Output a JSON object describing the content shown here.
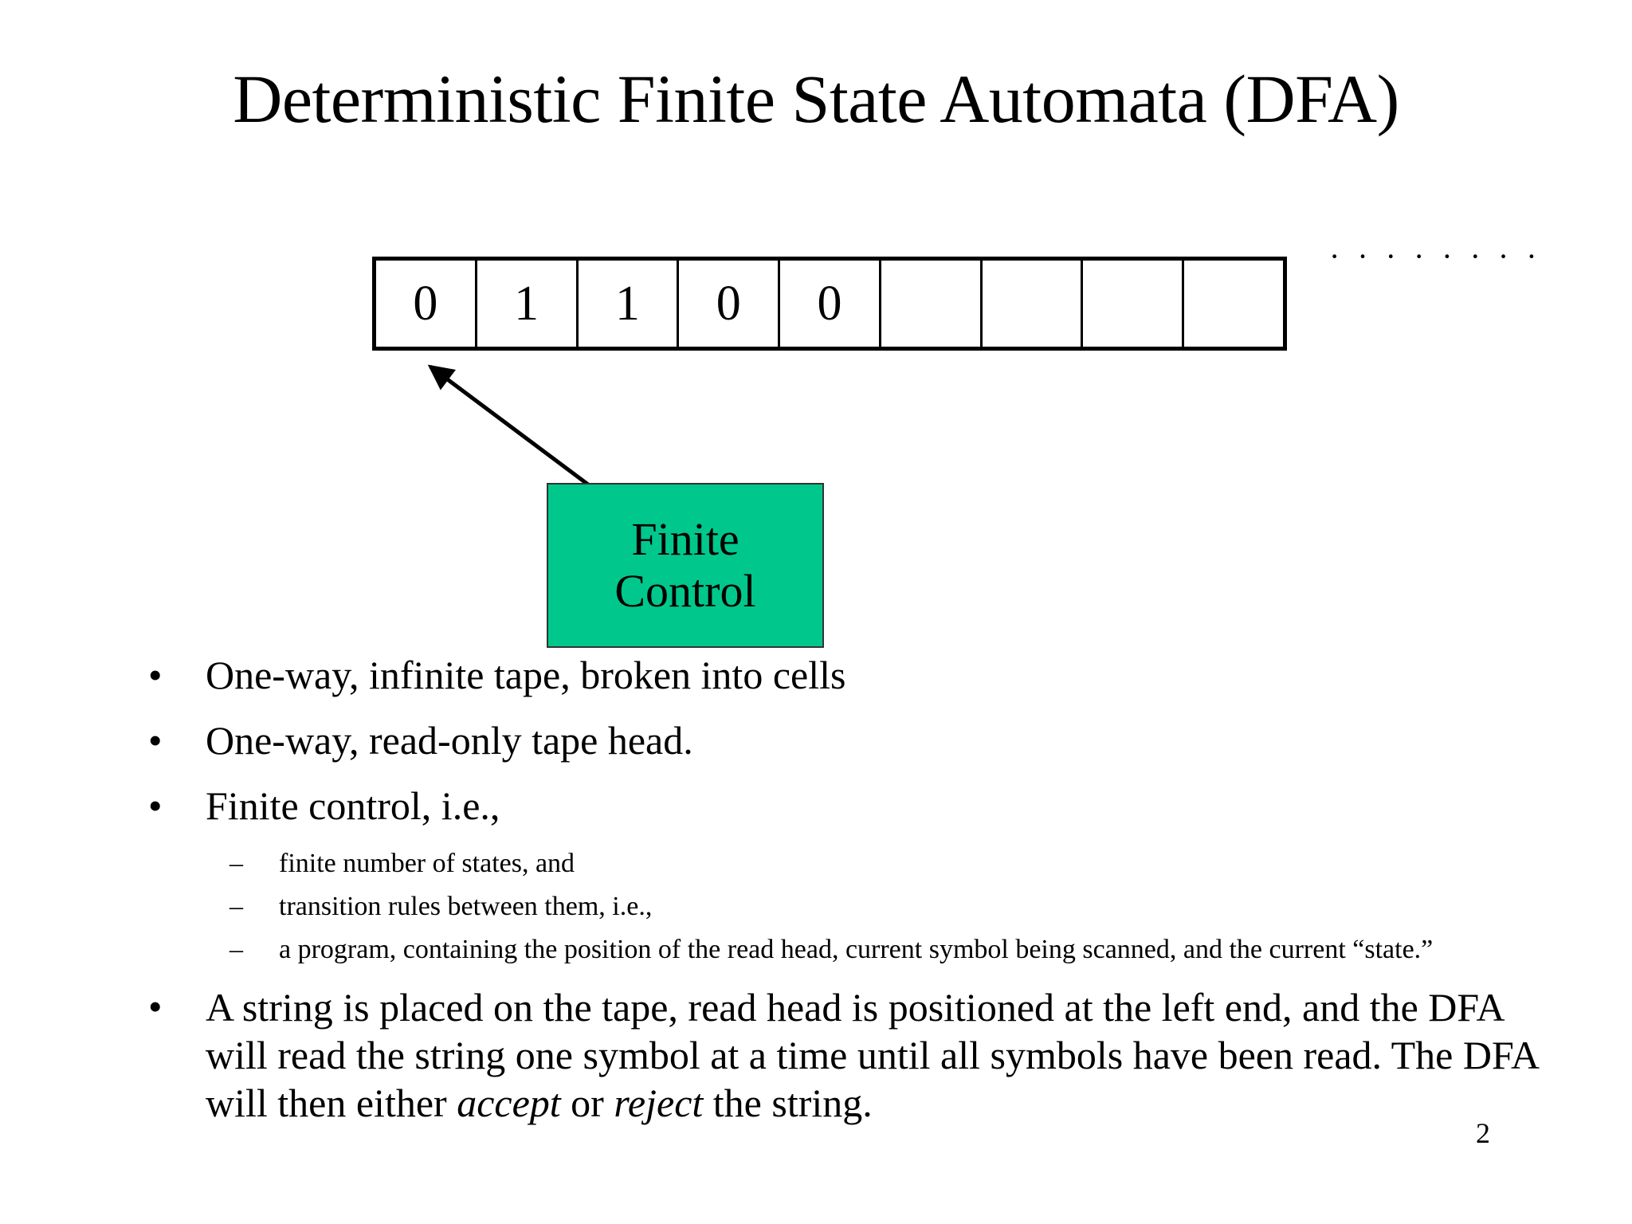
{
  "slide": {
    "title": "Deterministic Finite State Automata (DFA)",
    "page_number": "2",
    "background_color": "#ffffff",
    "text_color": "#000000"
  },
  "diagram": {
    "tape": {
      "label": "tape",
      "cell_count": 9,
      "cells": [
        "0",
        "1",
        "1",
        "0",
        "0",
        "",
        "",
        "",
        ""
      ],
      "trailing_ellipsis": "· · · · · · · ·"
    },
    "read_head": {
      "arrow_label": "read head pointer",
      "points_to_cell_index": 0
    },
    "finite_control": {
      "line1": "Finite",
      "line2": "Control",
      "fill_color": "#00c88c",
      "border_color": "#333333"
    }
  },
  "bullets": [
    {
      "marker": "•",
      "text": "One-way, infinite tape, broken into cells"
    },
    {
      "marker": "•",
      "text": "One-way, read-only tape head."
    },
    {
      "marker": "•",
      "text": "Finite control, i.e.,"
    }
  ],
  "sub_bullets": [
    {
      "marker": "–",
      "text": "finite number of states, and"
    },
    {
      "marker": "–",
      "text": "transition rules between them, i.e.,"
    },
    {
      "marker": "–",
      "text": "a program, containing the position of the read head, current symbol being scanned, and the current “state.”"
    }
  ],
  "final_bullet": {
    "marker": "•",
    "part1": "A string is placed on the tape, read head is positioned at the left end, and the DFA will read the string one symbol at a time until all symbols have been read. The DFA will then either ",
    "emphasis1": "accept",
    "middle": " or ",
    "emphasis2": "reject",
    "part2": " the string."
  }
}
